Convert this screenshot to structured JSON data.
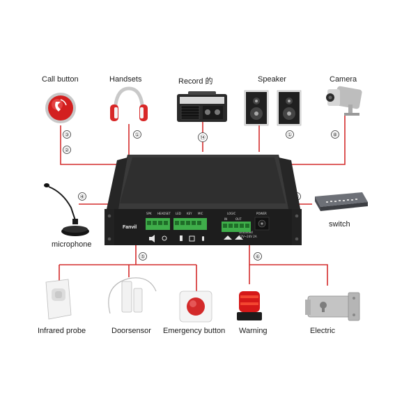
{
  "diagram": {
    "device": {
      "brand": "Fanvil",
      "panel_labels": [
        "SPK",
        "HEADSET",
        "LED",
        "KEY",
        "MIC",
        "LOGIC",
        "IN",
        "OUT",
        "POWER"
      ],
      "power_spec": "12V~24V 2A",
      "ground_label": "Grounded"
    },
    "peripherals": [
      {
        "id": "call-button",
        "label": "Call button",
        "badges": [
          "③",
          "②"
        ]
      },
      {
        "id": "handsets",
        "label": "Handsets",
        "badges": [
          "①"
        ]
      },
      {
        "id": "record",
        "label": "Record 的",
        "badges": [
          "⑭"
        ]
      },
      {
        "id": "speaker",
        "label": "Speaker",
        "badges": [
          "①"
        ]
      },
      {
        "id": "camera",
        "label": "Camera",
        "badges": [
          "⑧"
        ]
      },
      {
        "id": "microphone",
        "label": "microphone",
        "badges": [
          "④"
        ]
      },
      {
        "id": "switch",
        "label": "switch",
        "badges": [
          "⑨"
        ]
      },
      {
        "id": "infrared-probe",
        "label": "Infrared probe",
        "badges": []
      },
      {
        "id": "doorsensor",
        "label": "Doorsensor",
        "badges": [
          "⑤"
        ]
      },
      {
        "id": "emergency-button",
        "label": "Emergency button",
        "badges": []
      },
      {
        "id": "warning",
        "label": "Warning",
        "badges": [
          "⑥"
        ]
      },
      {
        "id": "electric",
        "label": "Electric",
        "badges": []
      }
    ],
    "colors": {
      "line": "#d42b2b",
      "device": "#2b2b2b",
      "terminal": "#3fae4a"
    }
  }
}
